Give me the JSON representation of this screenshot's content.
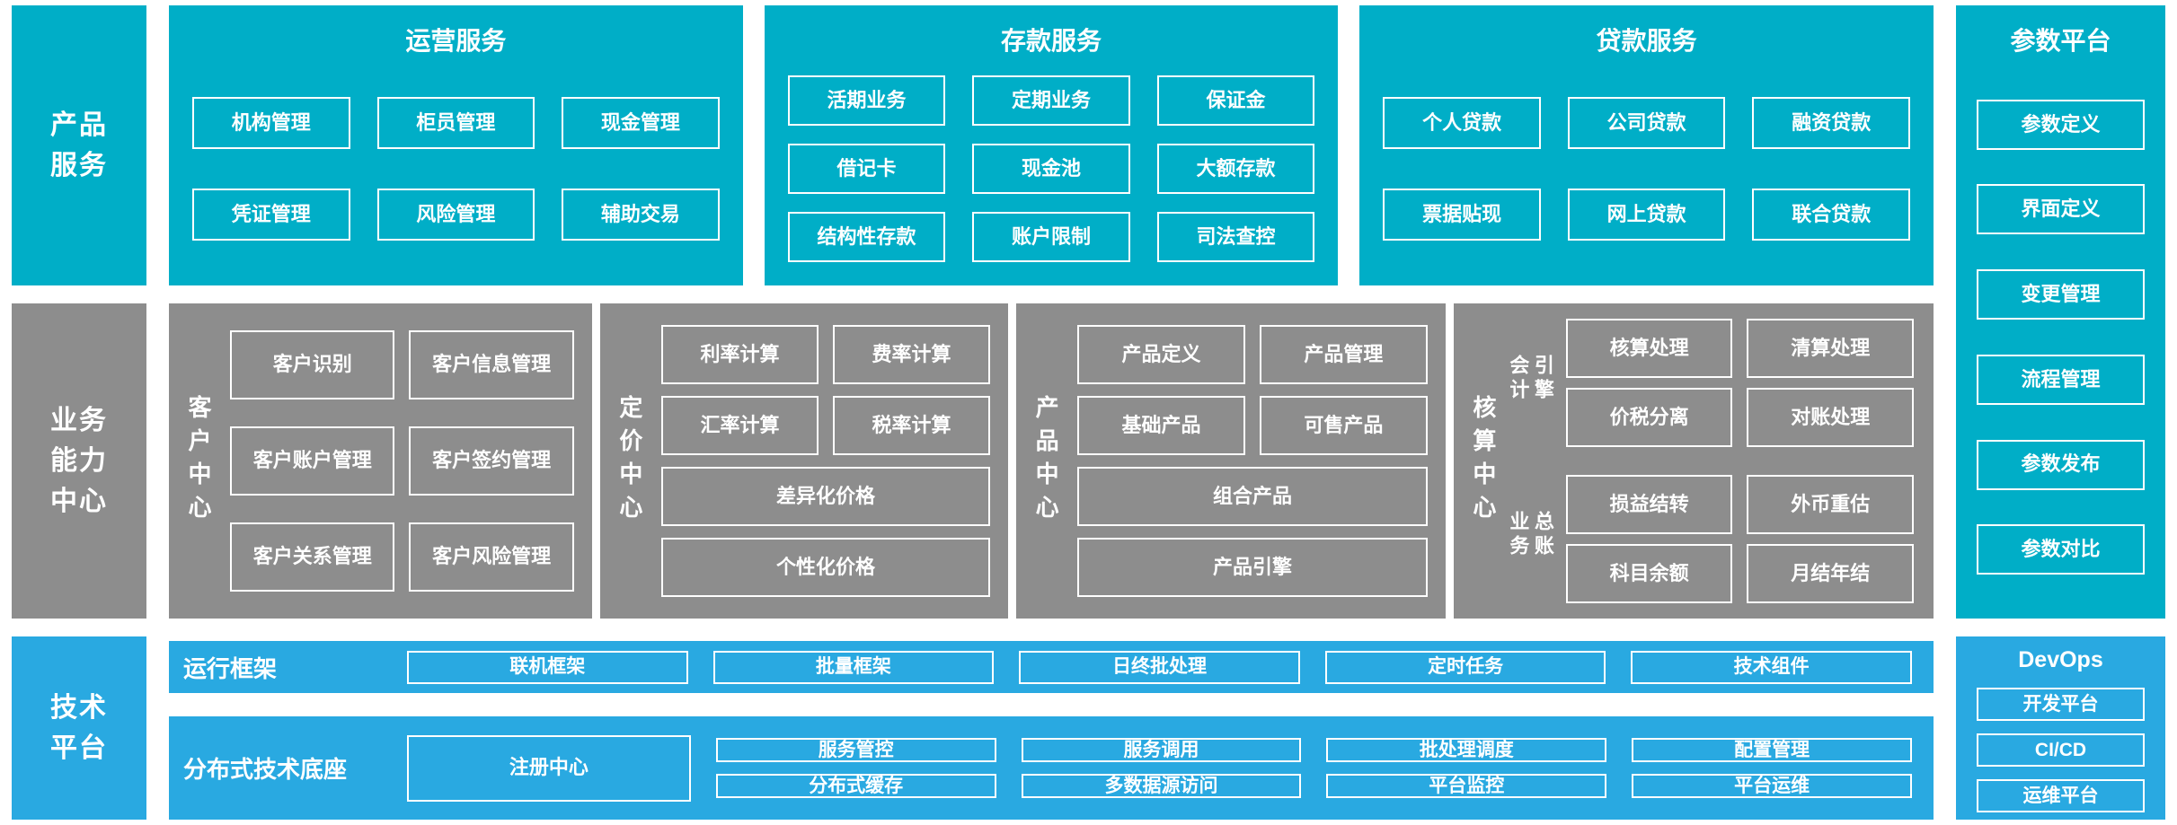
{
  "colors": {
    "teal": "#00AEC7",
    "gray": "#8D8D8D",
    "blue": "#29A9E1",
    "box_border": "#FFFFFF",
    "text": "#FFFFFF"
  },
  "row_labels": {
    "products": "产品\n服务",
    "capabilities": "业务\n能力\n中心",
    "tech": "技术\n平台"
  },
  "products": {
    "operations": {
      "title": "运营服务",
      "items": [
        "机构管理",
        "柜员管理",
        "现金管理",
        "凭证管理",
        "风险管理",
        "辅助交易"
      ]
    },
    "deposits": {
      "title": "存款服务",
      "items": [
        "活期业务",
        "定期业务",
        "保证金",
        "借记卡",
        "现金池",
        "大额存款",
        "结构性存款",
        "账户限制",
        "司法查控"
      ]
    },
    "loans": {
      "title": "贷款服务",
      "items": [
        "个人贷款",
        "公司贷款",
        "融资贷款",
        "票据贴现",
        "网上贷款",
        "联合贷款"
      ]
    }
  },
  "parameters": {
    "title": "参数平台",
    "items": [
      "参数定义",
      "界面定义",
      "变更管理",
      "流程管理",
      "参数发布",
      "参数对比"
    ]
  },
  "capabilities": {
    "customer": {
      "title": "客户中心",
      "items": [
        "客户识别",
        "客户信息管理",
        "客户账户管理",
        "客户签约管理",
        "客户关系管理",
        "客户风险管理"
      ]
    },
    "pricing": {
      "title": "定价中心",
      "items": [
        "利率计算",
        "费率计算",
        "汇率计算",
        "税率计算"
      ],
      "wide_items": [
        "差异化价格",
        "个性化价格"
      ]
    },
    "product": {
      "title": "产品中心",
      "items": [
        "产品定义",
        "产品管理",
        "基础产品",
        "可售产品"
      ],
      "wide_items": [
        "组合产品",
        "产品引擎"
      ]
    },
    "accounting": {
      "title": "核算中心",
      "groups": [
        {
          "title": "会计引擎",
          "items": [
            "核算处理",
            "清算处理",
            "价税分离",
            "对账处理"
          ]
        },
        {
          "title": "业务总账",
          "items": [
            "损益结转",
            "外币重估",
            "科目余额",
            "月结年结"
          ]
        }
      ]
    }
  },
  "tech": {
    "runtime": {
      "title": "运行框架",
      "items": [
        "联机框架",
        "批量框架",
        "日终批处理",
        "定时任务",
        "技术组件"
      ]
    },
    "foundation": {
      "title": "分布式技术底座",
      "registry": "注册中心",
      "items": [
        "服务管控",
        "服务调用",
        "批处理调度",
        "配置管理",
        "分布式缓存",
        "多数据源访问",
        "平台监控",
        "平台运维"
      ]
    }
  },
  "devops": {
    "title": "DevOps",
    "items": [
      "开发平台",
      "CI/CD",
      "运维平台"
    ]
  }
}
